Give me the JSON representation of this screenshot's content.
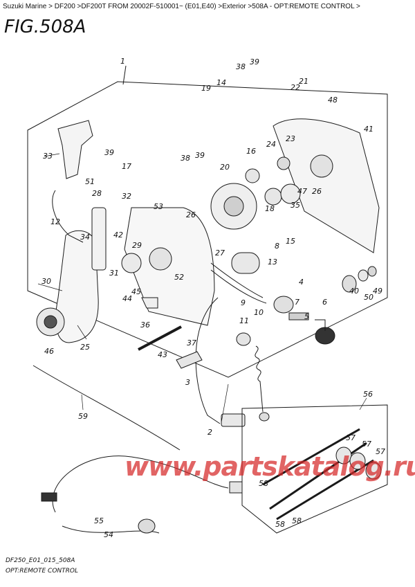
{
  "header": {
    "breadcrumb": "Suzuki Marine > DF200 >DF200T FROM 20002F-510001~ (E01,E40) >Exterior >508A - OPT:REMOTE CONTROL >",
    "fig_title": "FIG.508A"
  },
  "watermark": {
    "text": "www.partskatalog.ru",
    "color": "#d62828"
  },
  "footer": {
    "code": "DF250_E01_015_508A",
    "caption": "OPT:REMOTE CONTROL"
  },
  "callouts": {
    "c1": "1",
    "c2": "2",
    "c3": "3",
    "c4": "4",
    "c5": "5",
    "c6": "6",
    "c7": "7",
    "c8": "8",
    "c9": "9",
    "c10": "10",
    "c11": "11",
    "c12": "12",
    "c13": "13",
    "c14": "14",
    "c15": "15",
    "c16": "16",
    "c17": "17",
    "c18": "18",
    "c19": "19",
    "c20": "20",
    "c21": "21",
    "c22": "22",
    "c23": "23",
    "c24": "24",
    "c25": "25",
    "c26a": "26",
    "c26b": "26",
    "c27": "27",
    "c28": "28",
    "c29": "29",
    "c30": "30",
    "c31": "31",
    "c32": "32",
    "c33": "33",
    "c34": "34",
    "c35": "35",
    "c36": "36",
    "c37": "37",
    "c38a": "38",
    "c38b": "38",
    "c39a": "39",
    "c39b": "39",
    "c39c": "39",
    "c40": "40",
    "c41": "41",
    "c42": "42",
    "c43": "43",
    "c44": "44",
    "c45": "45",
    "c46": "46",
    "c47": "47",
    "c48": "48",
    "c49": "49",
    "c50": "50",
    "c51": "51",
    "c52": "52",
    "c53": "53",
    "c54": "54",
    "c55": "55",
    "c56": "56",
    "c57a": "57",
    "c57b": "57",
    "c57c": "57",
    "c58a": "58",
    "c58b": "58",
    "c58c": "58",
    "c59": "59"
  }
}
